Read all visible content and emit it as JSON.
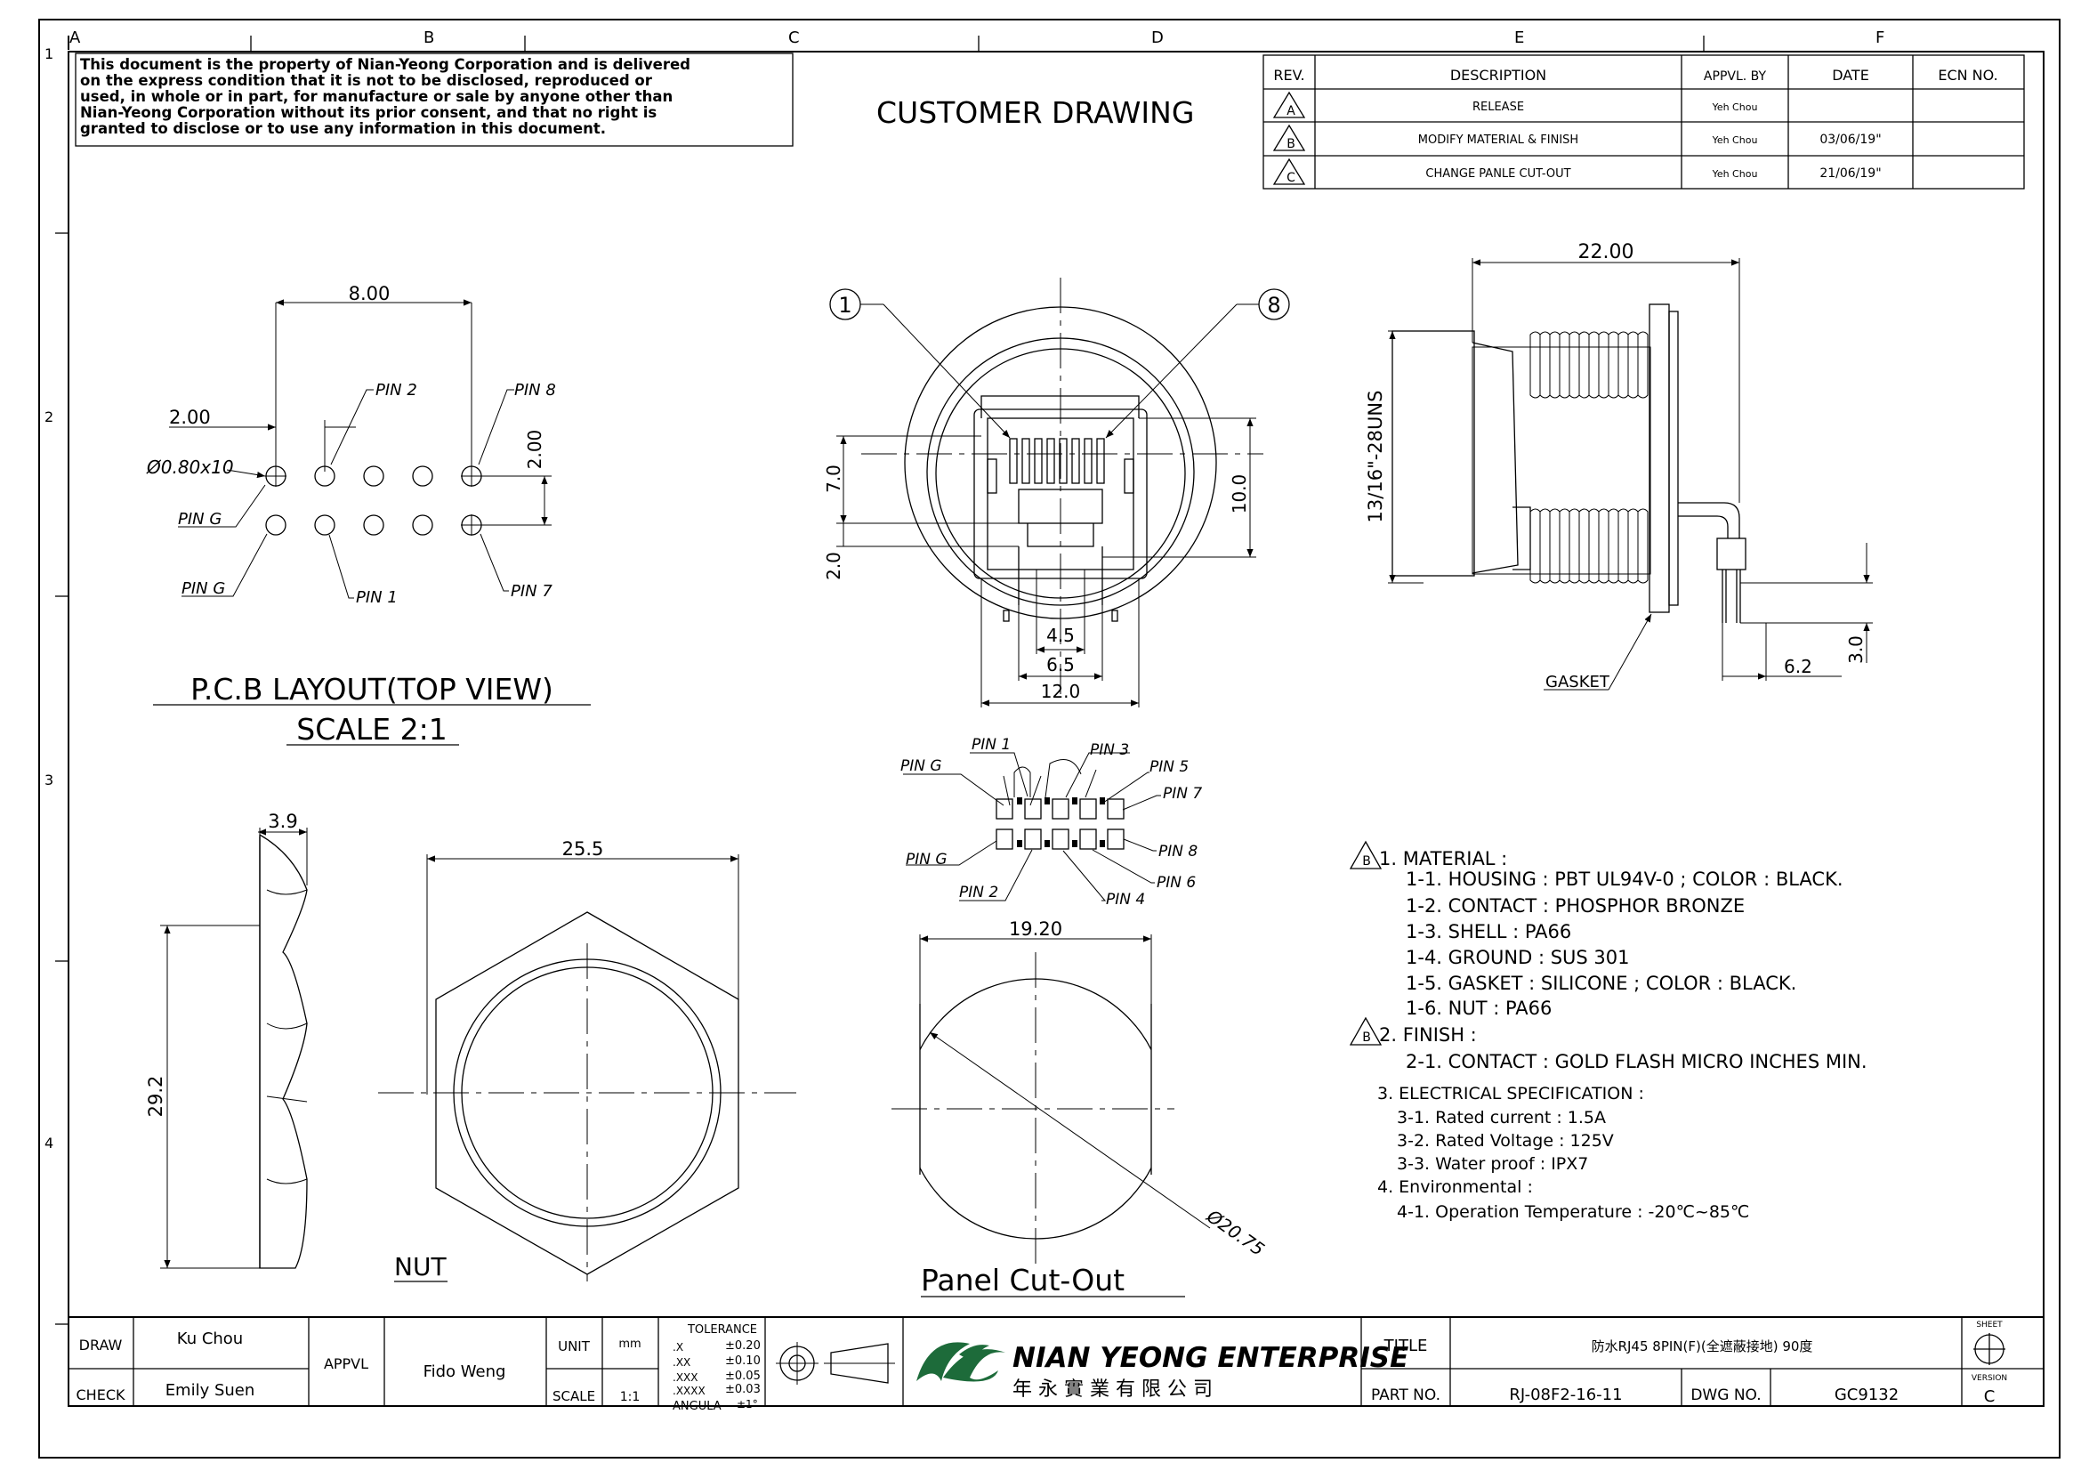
{
  "grid": {
    "cols": [
      "A",
      "B",
      "C",
      "D",
      "E",
      "F"
    ],
    "rows": [
      "1",
      "2",
      "3",
      "4"
    ]
  },
  "notice": [
    "This document is the property of Nian-Yeong Corporation and is delivered",
    "on  the  express condition that it is not to be disclosed, reproduced or",
    "used, in whole or in part, for manufacture or sale by anyone other than",
    "Nian-Yeong Corporation without  its prior consent, and that  no right  is",
    "granted to disclose or to use any information in this  document."
  ],
  "heading": "CUSTOMER  DRAWING",
  "revision_table": {
    "headers": [
      "REV.",
      "DESCRIPTION",
      "APPVL. BY",
      "DATE",
      "ECN NO."
    ],
    "rows": [
      {
        "rev": "A",
        "description": "RELEASE",
        "by": "Yeh Chou",
        "date": "",
        "ecn": ""
      },
      {
        "rev": "B",
        "description": "MODIFY MATERIAL & FINISH",
        "by": "Yeh Chou",
        "date": "03/06/19\"",
        "ecn": ""
      },
      {
        "rev": "C",
        "description": "CHANGE PANLE CUT-OUT",
        "by": "Yeh Chou",
        "date": "21/06/19\"",
        "ecn": ""
      }
    ]
  },
  "pcb": {
    "pitch_h": "8.00",
    "pitch_small": "2.00",
    "hole": "Ø0.80x10",
    "pitch_v": "2.00",
    "pin2": "PIN 2",
    "pin8": "PIN 8",
    "ping_top": "PIN G",
    "ping_bot": "PIN G",
    "pin1": "PIN 1",
    "pin7": "PIN 7",
    "title": "P.C.B LAYOUT(TOP VIEW)",
    "scale": "SCALE 2:1"
  },
  "front": {
    "callout_1": "1",
    "callout_8": "8",
    "d7": "7.0",
    "d2": "2.0",
    "d10": "10.0",
    "d45": "4.5",
    "d65": "6.5",
    "d12": "12.0"
  },
  "side": {
    "d22": "22.00",
    "thread": "13/16\"-28UNS",
    "gasket": "GASKET",
    "d62": "6.2",
    "d30": "3.0"
  },
  "pinout": {
    "p1": "PIN 1",
    "p3": "PIN 3",
    "p5": "PIN 5",
    "p7": "PIN 7",
    "pg1": "PIN G",
    "pg2": "PIN G",
    "p2": "PIN 2",
    "p4": "PIN 4",
    "p6": "PIN 6",
    "p8": "PIN 8"
  },
  "nut": {
    "d39": "3.9",
    "d292": "29.2",
    "d255": "25.5",
    "label": "NUT"
  },
  "cutout": {
    "d192": "19.20",
    "d2075": "Ø20.75",
    "label": "Panel Cut-Out"
  },
  "notes": [
    {
      "flag": "B",
      "text": "1.  MATERIAL  :"
    },
    {
      "flag": "",
      "text": "1-1.  HOUSING  :  PBT  UL94V-0  ;  COLOR  :  BLACK."
    },
    {
      "flag": "",
      "text": "1-2.  CONTACT  :  PHOSPHOR  BRONZE"
    },
    {
      "flag": "",
      "text": "1-3.  SHELL  :  PA66"
    },
    {
      "flag": "",
      "text": "1-4.  GROUND  :  SUS  301"
    },
    {
      "flag": "",
      "text": "1-5.  GASKET  :  SILICONE  ;  COLOR  :  BLACK."
    },
    {
      "flag": "",
      "text": "1-6.  NUT  :  PA66"
    },
    {
      "flag": "B",
      "text": "2.  FINISH  :"
    },
    {
      "flag": "",
      "text": "2-1.  CONTACT  :  GOLD  FLASH  MICRO  INCHES  MIN."
    },
    {
      "flag": "",
      "text": "3.  ELECTRICAL  SPECIFICATION  :"
    },
    {
      "flag": "",
      "text": "3-1.  Rated  current  :  1.5A"
    },
    {
      "flag": "",
      "text": "3-2.  Rated  Voltage  :  125V"
    },
    {
      "flag": "",
      "text": "3-3.  Water  proof  :  IPX7"
    },
    {
      "flag": "",
      "text": "4.  Environmental  :"
    },
    {
      "flag": "",
      "text": "4-1.  Operation  Temperature  :  -20℃~85℃"
    }
  ],
  "title_block": {
    "draw_label": "DRAW",
    "draw_value": "Ku Chou",
    "check_label": "CHECK",
    "check_value": "Emily Suen",
    "appvl_label": "APPVL",
    "appvl_value": "Fido Weng",
    "unit_label": "UNIT",
    "unit_value": "mm",
    "scale_label": "SCALE",
    "scale_value": "1:1",
    "tolerance_title": "TOLERANCE",
    "tolerances": [
      {
        "k": ".X",
        "v": "±0.20"
      },
      {
        "k": ".XX",
        "v": "±0.10"
      },
      {
        "k": ".XXX",
        "v": "±0.05"
      },
      {
        "k": ".XXXX",
        "v": "±0.03"
      },
      {
        "k": "ANGULA",
        "v": "±1°"
      }
    ],
    "company": "NIAN YEONG ENTERPRISE",
    "company_cn": "年 永 實 業 有 限 公 司",
    "title_label": "TITLE",
    "title_value": "防水RJ45 8PIN(F)(全遮蔽接地) 90度",
    "part_label": "PART NO.",
    "part_value": "RJ-08F2-16-11",
    "dwg_label": "DWG NO.",
    "dwg_value": "GC9132",
    "sheet_label": "SHEET",
    "version_label": "VERSION",
    "version_value": "C"
  }
}
